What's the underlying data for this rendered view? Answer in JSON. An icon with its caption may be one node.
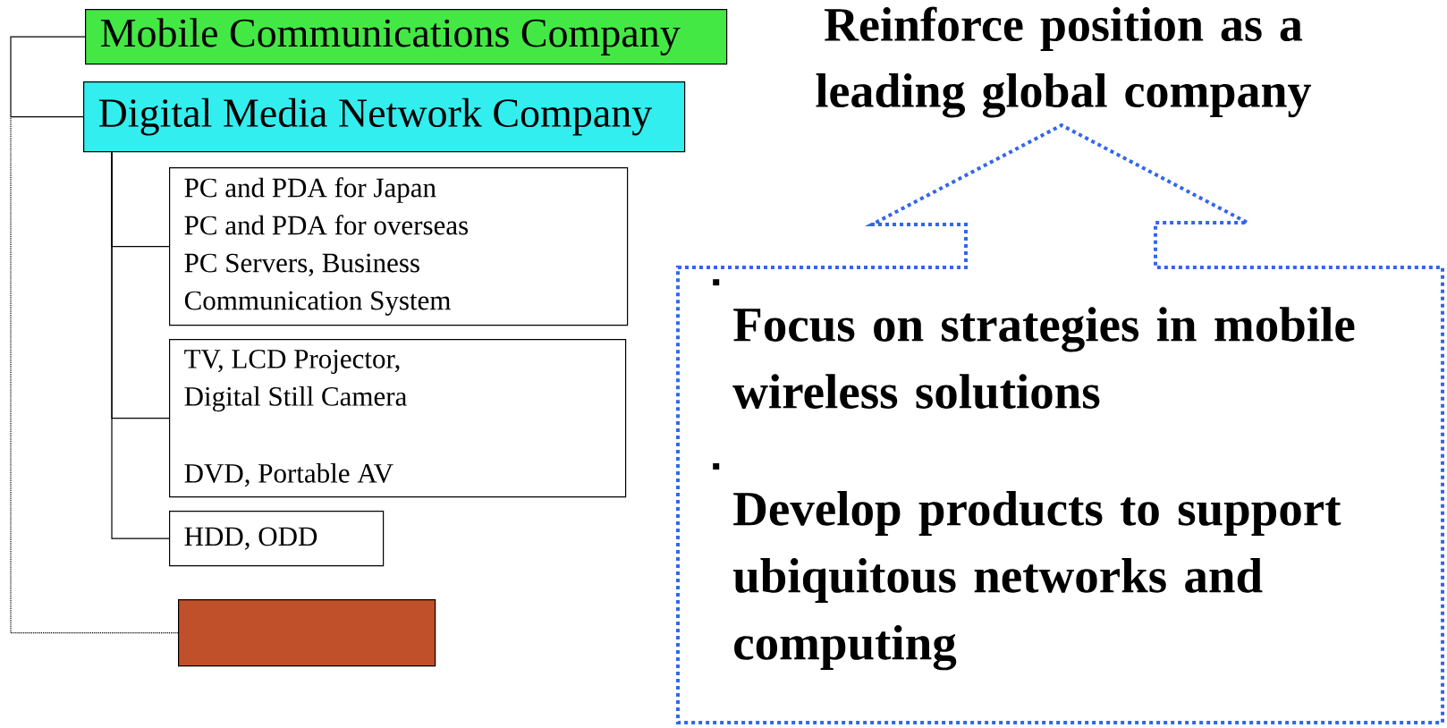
{
  "diagram": {
    "title": "Reinforce position as a leading global company",
    "nodes": [
      {
        "text": [
          "Mobile Communications Company"
        ]
      },
      {
        "text": [
          "Digital Media Network Company"
        ]
      },
      {
        "text": [
          "PC and PDA for Japan",
          "PC and PDA for overseas",
          "PC Servers, Business Communication System"
        ]
      },
      {
        "text": [
          "TV, LCD Projector,",
          "Digital Still Camera",
          "DVD, Portable AV"
        ]
      },
      {
        "text": [
          "HDD, ODD"
        ]
      },
      {
        "text": [],
        "shape": "box"
      },
      {
        "text": [
          "Focus on strategies in mobile wireless solutions",
          "Develop products to support ubiquitous networks and computing"
        ]
      }
    ],
    "edges": [
      {
        "from": null,
        "to": 0,
        "arrow": "none"
      },
      {
        "from": null,
        "to": 1,
        "arrow": "none"
      },
      {
        "from": null,
        "to": 5,
        "arrow": "none",
        "style": "dashed"
      },
      {
        "from": 1,
        "to": 2,
        "arrow": "none"
      },
      {
        "from": 1,
        "to": 3,
        "arrow": "none"
      },
      {
        "from": 1,
        "to": 4,
        "arrow": "none"
      }
    ]
  }
}
